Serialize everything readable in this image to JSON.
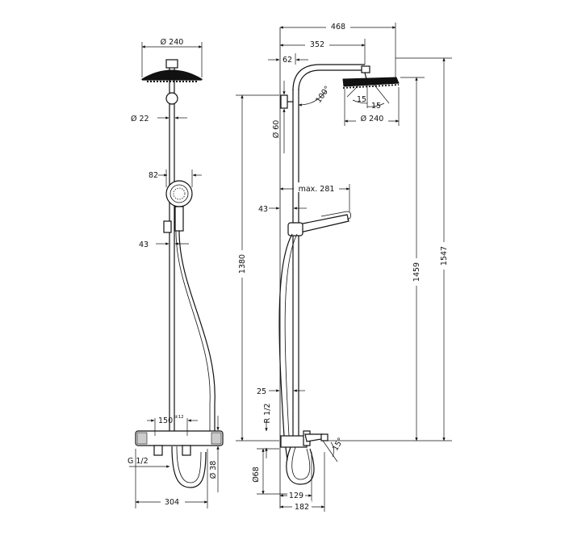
{
  "front_view": {
    "head_diameter": "Ø 240",
    "rail_diameter": "Ø 22",
    "hand_shower_width": "82",
    "holder_offset": "43",
    "inlet_spacing": "150",
    "inlet_tolerance": "±12",
    "inlet_thread": "G 1/2",
    "thermostat_diameter": "Ø 38",
    "overall_width": "304"
  },
  "side_view": {
    "top_width": "468",
    "arm_reach": "352",
    "wall_offset": "62",
    "arm_angle": "100°",
    "head_angle_1": "15",
    "head_angle_2": "15",
    "head_diameter": "Ø 240",
    "wall_mount_diameter": "Ø 60",
    "hand_shower_reach": "max. 281",
    "holder_offset": "43",
    "height_1380": "1380",
    "height_1459": "1459",
    "height_1547": "1547",
    "spout_offset": "25",
    "spout_thread": "R 1/2",
    "spout_diameter": "Ø68",
    "spout_angle": "15°",
    "spout_reach_1": "129",
    "spout_reach_2": "182"
  }
}
